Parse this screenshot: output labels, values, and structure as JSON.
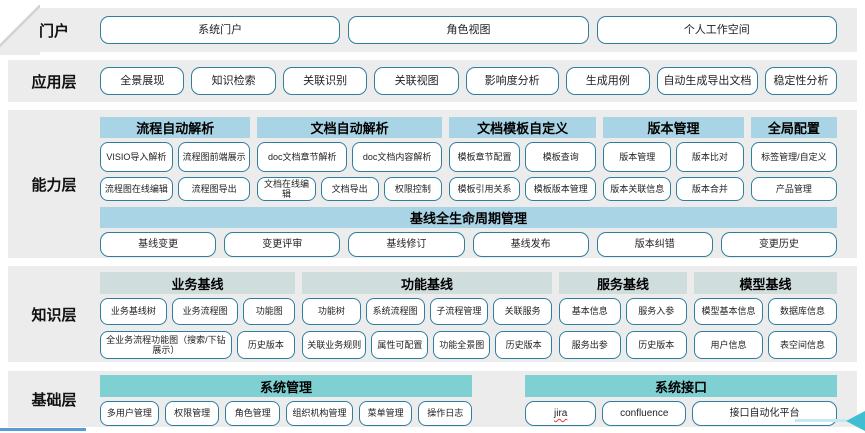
{
  "portal": {
    "label": "门户",
    "buttons": [
      "系统门户",
      "角色视图",
      "个人工作空间"
    ]
  },
  "application": {
    "label": "应用层",
    "buttons": [
      "全景展现",
      "知识检索",
      "关联识别",
      "关联视图",
      "影响度分析",
      "生成用例",
      "自动生成导出文档",
      "稳定性分析"
    ]
  },
  "capability": {
    "label": "能力层",
    "groups": [
      {
        "title": "流程自动解析",
        "row1": [
          "VISIO导入解析",
          "流程图前端展示"
        ],
        "row2": [
          "流程图在线编辑",
          "流程图导出"
        ]
      },
      {
        "title": "文档自动解析",
        "row1": [
          "doc文档章节解析",
          "doc文档内容解析"
        ],
        "row2": [
          "文档在线编辑",
          "文档导出",
          "权限控制"
        ]
      },
      {
        "title": "文档模板自定义",
        "row1": [
          "模板章节配置",
          "模板查询"
        ],
        "row2": [
          "模板引用关系",
          "模板版本管理"
        ]
      },
      {
        "title": "版本管理",
        "row1": [
          "版本管理",
          "版本比对"
        ],
        "row2": [
          "版本关联信息",
          "版本合并"
        ]
      },
      {
        "title": "全局配置",
        "row1": [
          "标签管理/自定义"
        ],
        "row2": [
          "产品管理"
        ]
      }
    ],
    "baseline": {
      "title": "基线全生命周期管理",
      "buttons": [
        "基线变更",
        "变更评审",
        "基线修订",
        "基线发布",
        "版本纠错",
        "变更历史"
      ]
    }
  },
  "knowledge": {
    "label": "知识层",
    "groups": [
      {
        "title": "业务基线",
        "row1": [
          "业务基线树",
          "业务流程图",
          "功能图"
        ],
        "row2": [
          "全业务流程功能图（搜索/下钻展示）",
          "历史版本"
        ]
      },
      {
        "title": "功能基线",
        "row1": [
          "功能树",
          "系统流程图",
          "子流程管理",
          "关联服务"
        ],
        "row2": [
          "关联业务规则",
          "属性可配置",
          "功能全景图",
          "历史版本"
        ]
      },
      {
        "title": "服务基线",
        "row1": [
          "基本信息",
          "服务入参"
        ],
        "row2": [
          "服务出参",
          "历史版本"
        ]
      },
      {
        "title": "模型基线",
        "row1": [
          "模型基本信息",
          "数据库信息"
        ],
        "row2": [
          "用户信息",
          "表空间信息"
        ]
      }
    ]
  },
  "foundation": {
    "label": "基础层",
    "groups": [
      {
        "title": "系统管理",
        "buttons": [
          "多用户管理",
          "权限管理",
          "角色管理",
          "组织机构管理",
          "菜单管理",
          "操作日志"
        ]
      },
      {
        "title": "系统接口",
        "buttons": [
          "jira",
          "confluence",
          "接口自动化平台"
        ]
      }
    ]
  },
  "colors": {
    "band_background": "#ececec",
    "header_blue": "#a9d4e6",
    "header_gray": "#cfdddd",
    "header_teal": "#7fd0d3",
    "box_border": "#2e7f9e",
    "accent_line_blue": "#5b9bd5",
    "arrow_teal": "#3fbdd1",
    "spellcheck_red": "#e23b3b"
  }
}
